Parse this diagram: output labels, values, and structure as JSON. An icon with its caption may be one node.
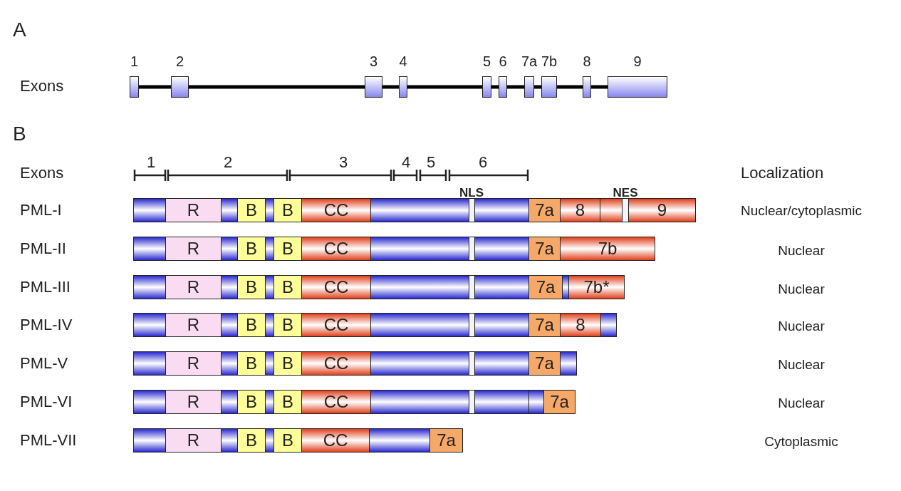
{
  "diagram": {
    "nodes": [
      {
        "text": [
          "1"
        ]
      },
      {
        "text": [
          "2"
        ]
      },
      {
        "text": [
          "3"
        ]
      },
      {
        "text": [
          "4"
        ]
      },
      {
        "text": [
          "5"
        ]
      },
      {
        "text": [
          "6"
        ]
      },
      {
        "text": [
          "7a"
        ]
      },
      {
        "text": [
          "7b"
        ]
      },
      {
        "text": [
          "8"
        ]
      },
      {
        "text": [
          "9"
        ]
      },
      {
        "text": [
          "PML-I"
        ]
      },
      {
        "text": [],
        "shape": "bar",
        "in": 10
      },
      {
        "text": [
          "R"
        ],
        "in": 10
      },
      {
        "text": [],
        "shape": "bar",
        "in": 10
      },
      {
        "text": [
          "B"
        ],
        "in": 10
      },
      {
        "text": [],
        "shape": "bar",
        "in": 10
      },
      {
        "text": [
          "B"
        ],
        "in": 10
      },
      {
        "text": [
          "CC"
        ],
        "in": 10
      },
      {
        "text": [],
        "shape": "bar",
        "in": 10
      },
      {
        "text": [],
        "shape": "bar",
        "in": 10
      },
      {
        "text": [],
        "shape": "bar",
        "in": 10
      },
      {
        "text": [
          "7a"
        ],
        "in": 10
      },
      {
        "text": [
          "8"
        ],
        "in": 10
      },
      {
        "text": [],
        "shape": "bar",
        "in": 10
      },
      {
        "text": [],
        "shape": "bar",
        "in": 10
      },
      {
        "text": [
          "9"
        ],
        "in": 10
      },
      {
        "text": [
          "PML-II"
        ]
      },
      {
        "text": [],
        "shape": "bar",
        "in": 26
      },
      {
        "text": [
          "R"
        ],
        "in": 26
      },
      {
        "text": [],
        "shape": "bar",
        "in": 26
      },
      {
        "text": [
          "B"
        ],
        "in": 26
      },
      {
        "text": [],
        "shape": "bar",
        "in": 26
      },
      {
        "text": [
          "B"
        ],
        "in": 26
      },
      {
        "text": [
          "CC"
        ],
        "in": 26
      },
      {
        "text": [],
        "shape": "bar",
        "in": 26
      },
      {
        "text": [],
        "shape": "bar",
        "in": 26
      },
      {
        "text": [],
        "shape": "bar",
        "in": 26
      },
      {
        "text": [
          "7a"
        ],
        "in": 26
      },
      {
        "text": [
          "7b"
        ],
        "in": 26
      },
      {
        "text": [
          "PML-III"
        ]
      },
      {
        "text": [],
        "shape": "bar",
        "in": 39
      },
      {
        "text": [
          "R"
        ],
        "in": 39
      },
      {
        "text": [],
        "shape": "bar",
        "in": 39
      },
      {
        "text": [
          "B"
        ],
        "in": 39
      },
      {
        "text": [],
        "shape": "bar",
        "in": 39
      },
      {
        "text": [
          "B"
        ],
        "in": 39
      },
      {
        "text": [
          "CC"
        ],
        "in": 39
      },
      {
        "text": [],
        "shape": "bar",
        "in": 39
      },
      {
        "text": [],
        "shape": "bar",
        "in": 39
      },
      {
        "text": [],
        "shape": "bar",
        "in": 39
      },
      {
        "text": [
          "7a"
        ],
        "in": 39
      },
      {
        "text": [],
        "shape": "bar",
        "in": 39
      },
      {
        "text": [
          "7b*"
        ],
        "in": 39
      },
      {
        "text": [
          "PML-IV"
        ]
      },
      {
        "text": [],
        "shape": "bar",
        "in": 53
      },
      {
        "text": [
          "R"
        ],
        "in": 53
      },
      {
        "text": [],
        "shape": "bar",
        "in": 53
      },
      {
        "text": [
          "B"
        ],
        "in": 53
      },
      {
        "text": [],
        "shape": "bar",
        "in": 53
      },
      {
        "text": [
          "B"
        ],
        "in": 53
      },
      {
        "text": [
          "CC"
        ],
        "in": 53
      },
      {
        "text": [],
        "shape": "bar",
        "in": 53
      },
      {
        "text": [],
        "shape": "bar",
        "in": 53
      },
      {
        "text": [],
        "shape": "bar",
        "in": 53
      },
      {
        "text": [
          "7a"
        ],
        "in": 53
      },
      {
        "text": [
          "8"
        ],
        "in": 53
      },
      {
        "text": [],
        "shape": "bar",
        "in": 53
      },
      {
        "text": [
          "PML-V"
        ]
      },
      {
        "text": [],
        "shape": "bar",
        "in": 67
      },
      {
        "text": [
          "R"
        ],
        "in": 67
      },
      {
        "text": [],
        "shape": "bar",
        "in": 67
      },
      {
        "text": [
          "B"
        ],
        "in": 67
      },
      {
        "text": [],
        "shape": "bar",
        "in": 67
      },
      {
        "text": [
          "B"
        ],
        "in": 67
      },
      {
        "text": [
          "CC"
        ],
        "in": 67
      },
      {
        "text": [],
        "shape": "bar",
        "in": 67
      },
      {
        "text": [],
        "shape": "bar",
        "in": 67
      },
      {
        "text": [],
        "shape": "bar",
        "in": 67
      },
      {
        "text": [
          "7a"
        ],
        "in": 67
      },
      {
        "text": [],
        "shape": "bar",
        "in": 67
      },
      {
        "text": [
          "PML-VI"
        ]
      },
      {
        "text": [],
        "shape": "bar",
        "in": 80
      },
      {
        "text": [
          "R"
        ],
        "in": 80
      },
      {
        "text": [],
        "shape": "bar",
        "in": 80
      },
      {
        "text": [
          "B"
        ],
        "in": 80
      },
      {
        "text": [],
        "shape": "bar",
        "in": 80
      },
      {
        "text": [
          "B"
        ],
        "in": 80
      },
      {
        "text": [
          "CC"
        ],
        "in": 80
      },
      {
        "text": [],
        "shape": "bar",
        "in": 80
      },
      {
        "text": [],
        "shape": "bar",
        "in": 80
      },
      {
        "text": [],
        "shape": "bar",
        "in": 80
      },
      {
        "text": [],
        "shape": "bar",
        "in": 80
      },
      {
        "text": [
          "7a"
        ],
        "in": 80
      },
      {
        "text": [
          "PML-VII"
        ]
      },
      {
        "text": [],
        "shape": "bar",
        "in": 93
      },
      {
        "text": [
          "R"
        ],
        "in": 93
      },
      {
        "text": [],
        "shape": "bar",
        "in": 93
      },
      {
        "text": [
          "B"
        ],
        "in": 93
      },
      {
        "text": [],
        "shape": "bar",
        "in": 93
      },
      {
        "text": [
          "B"
        ],
        "in": 93
      },
      {
        "text": [
          "CC"
        ],
        "in": 93
      },
      {
        "text": [],
        "shape": "bar",
        "in": 93
      },
      {
        "text": [
          "7a"
        ],
        "in": 93
      }
    ],
    "edges": [
      {
        "from": 0,
        "to": 1,
        "arrow": "none"
      },
      {
        "from": 1,
        "to": 2,
        "arrow": "none"
      },
      {
        "from": 2,
        "to": 3,
        "arrow": "none"
      },
      {
        "from": 3,
        "to": 4,
        "arrow": "none"
      },
      {
        "from": 4,
        "to": 5,
        "arrow": "none"
      },
      {
        "from": 5,
        "to": 6,
        "arrow": "none"
      },
      {
        "from": 6,
        "to": 7,
        "arrow": "none"
      },
      {
        "from": 7,
        "to": 8,
        "arrow": "none"
      },
      {
        "from": 8,
        "to": 9,
        "arrow": "none"
      }
    ],
    "labels": [
      "A",
      "Exons",
      "B",
      "1",
      "2",
      "3",
      "4",
      "5",
      "6",
      "Exons",
      "Localization",
      "NLS",
      "NES",
      "Nuclear/cytoplasmic",
      "Nuclear",
      "Nuclear",
      "Nuclear",
      "Nuclear",
      "Nuclear",
      "Cytoplasmic"
    ]
  }
}
